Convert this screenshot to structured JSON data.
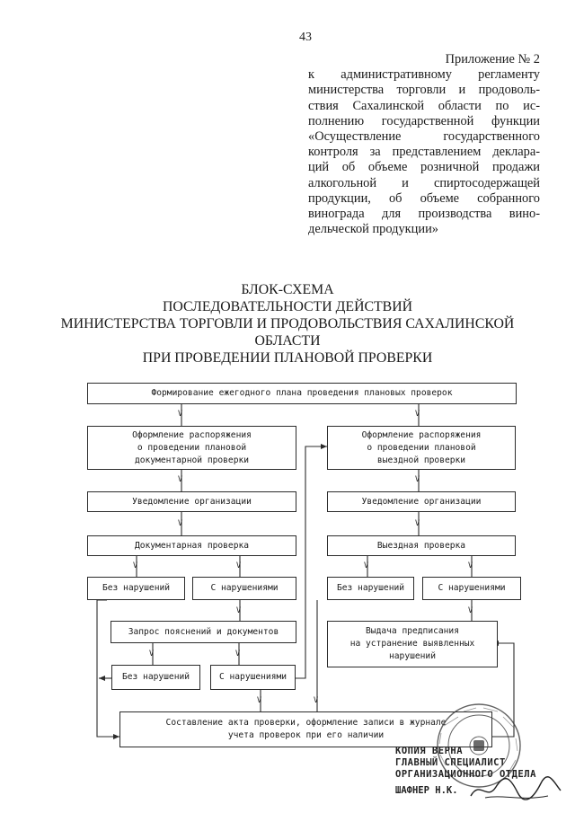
{
  "page_number": "43",
  "appendix": {
    "title": "Приложение № 2",
    "lines": [
      "к административному регламенту",
      "министерства торговли и продоволь-",
      "ствия Сахалинской области по ис-",
      "полнению государственной функции",
      "«Осуществление государственного",
      "контроля за представлением деклара-",
      "ций об объеме розничной продажи",
      "алкогольной и спиртосодержащей",
      "продукции, об объеме собранного",
      "винограда для производства вино-",
      "дельческой продукции»"
    ]
  },
  "heading": {
    "line1": "БЛОК-СХЕМА",
    "line2": "ПОСЛЕДОВАТЕЛЬНОСТИ ДЕЙСТВИЙ",
    "line3": "МИНИСТЕРСТВА ТОРГОВЛИ И ПРОДОВОЛЬСТВИЯ САХАЛИНСКОЙ",
    "line4": "ОБЛАСТИ",
    "line5": "ПРИ ПРОВЕДЕНИИ ПЛАНОВОЙ ПРОВЕРКИ"
  },
  "flow": {
    "plan": "Формирование ежегодного плана проведения плановых проверок",
    "doc_order": [
      "Оформление распоряжения",
      "о проведении плановой",
      "документарной проверки"
    ],
    "site_order": [
      "Оформление распоряжения",
      "о проведении плановой",
      "выездной проверки"
    ],
    "notify_left": "Уведомление организации",
    "notify_right": "Уведомление организации",
    "doc_check": "Документарная проверка",
    "site_check": "Выездная проверка",
    "no_violations_1": "Без нарушений",
    "with_violations_1": "С нарушениями",
    "no_violations_2": "Без нарушений",
    "with_violations_2": "С нарушениями",
    "request": "Запрос пояснений и документов",
    "no_violations_3": "Без нарушений",
    "with_violations_3": "С нарушениями",
    "prescription": [
      "Выдача предписания",
      "на устранение выявленных",
      "нарушений"
    ],
    "act": [
      "Составление акта проверки, оформление записи в журнале",
      "учета проверок при его наличии"
    ],
    "arrow_mark": "V"
  },
  "stamp": {
    "lines": [
      "КОПИЯ ВЕРНА",
      "ГЛАВНЫЙ СПЕЦИАЛИСТ",
      "ОРГАНИЗАЦИОННОГО ОТДЕЛА"
    ],
    "signer": "ШАФНЕР Н.К."
  }
}
